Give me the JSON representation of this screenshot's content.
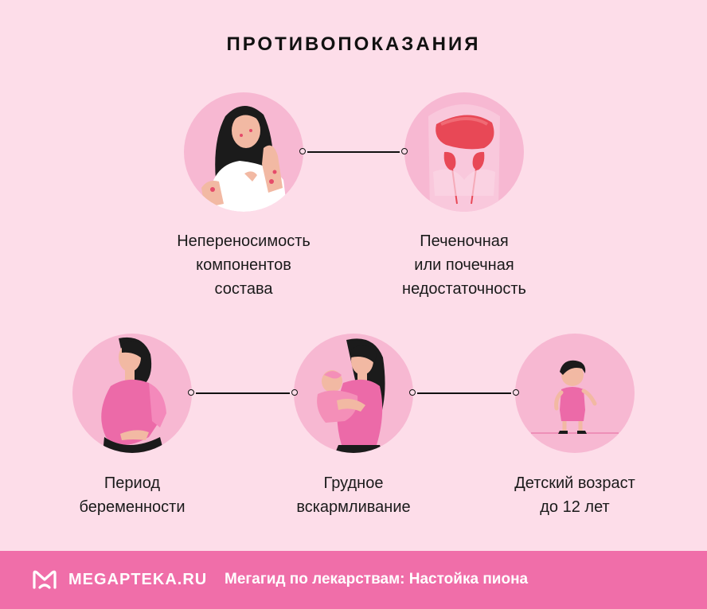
{
  "title": "ПРОТИВОПОКАЗАНИЯ",
  "items": [
    {
      "label_lines": [
        "Непереносимость",
        "компонентов",
        "состава"
      ],
      "icon": "allergy-woman-icon"
    },
    {
      "label_lines": [
        "Печеночная",
        "или почечная",
        "недостаточность"
      ],
      "icon": "liver-kidney-icon"
    },
    {
      "label_lines": [
        "Период",
        "беременности"
      ],
      "icon": "pregnant-woman-icon"
    },
    {
      "label_lines": [
        "Грудное",
        "вскармливание"
      ],
      "icon": "breastfeeding-icon"
    },
    {
      "label_lines": [
        "Детский возраст",
        "до 12 лет"
      ],
      "icon": "child-icon"
    }
  ],
  "footer": {
    "brand": "MEGAPTEKA.RU",
    "tagline": "Мегагид по лекарствам: Настойка пиона"
  },
  "colors": {
    "background": "#fddde9",
    "circle": "#f7b8d2",
    "footer": "#f06ea9",
    "accent_pink": "#e85c9c"
  }
}
